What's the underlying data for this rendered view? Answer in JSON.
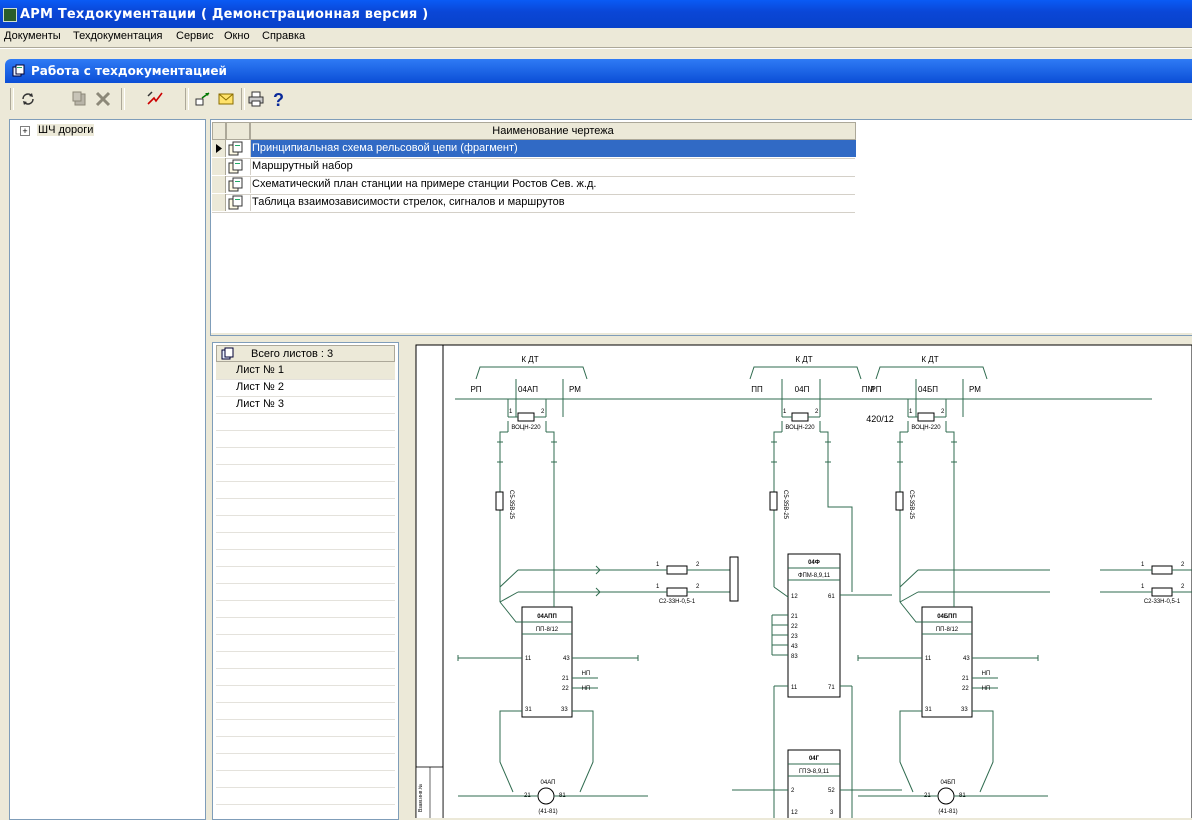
{
  "window": {
    "title": "АРМ Техдокументации ( Демонстрационная версия )"
  },
  "menu": [
    "Документы",
    "Техдокументация",
    "Сервис",
    "Окно",
    "Справка"
  ],
  "child_window": {
    "title": "Работа с техдокументацией"
  },
  "tree": {
    "root_label": "ШЧ дороги",
    "expander": "+"
  },
  "drawings": {
    "column_header": "Наименование чертежа",
    "rows": [
      "Принципиальная схема рельсовой цепи (фрагмент)",
      "Маршрутный набор",
      "Схематический план станции на примере станции Ростов Сев. ж.д.",
      "Таблица взаимозависимости стрелок, сигналов и маршрутов"
    ],
    "selected_index": 0
  },
  "sheets": {
    "header": "Всего листов : 3",
    "items": [
      "Лист № 1",
      "Лист № 2",
      "Лист № 3"
    ],
    "selected_index": 0
  },
  "schematic": {
    "labels": {
      "k_dt": "К ДТ",
      "rp": "РП",
      "rm": "РМ",
      "pp": "ПП",
      "pm": "ПМ",
      "sec_04ap": "04АП",
      "sec_04p": "04П",
      "sec_04bp": "04БП",
      "voc": "ВОЦН-220",
      "r420": "420/12",
      "res_vert": "С5-35В-25",
      "res_horz": "С2-33Н-0,5-1",
      "relay_04app": "04АПП",
      "relay_04app_type": "ПП-8/12",
      "relay_04bpp": "04БПП",
      "relay_04bpp_type": "ПП-8/12",
      "relay_04f": "04Ф",
      "relay_04f_type": "ФПМ-8,9,11",
      "relay_04g": "04Г",
      "relay_04g_type": "ГПЭ-8,9,11",
      "np": "НП",
      "track_04ap": "04АП",
      "track_04bp": "04БП",
      "track_sub": "(41-81)",
      "stamp": "Взам.инв.№"
    }
  }
}
